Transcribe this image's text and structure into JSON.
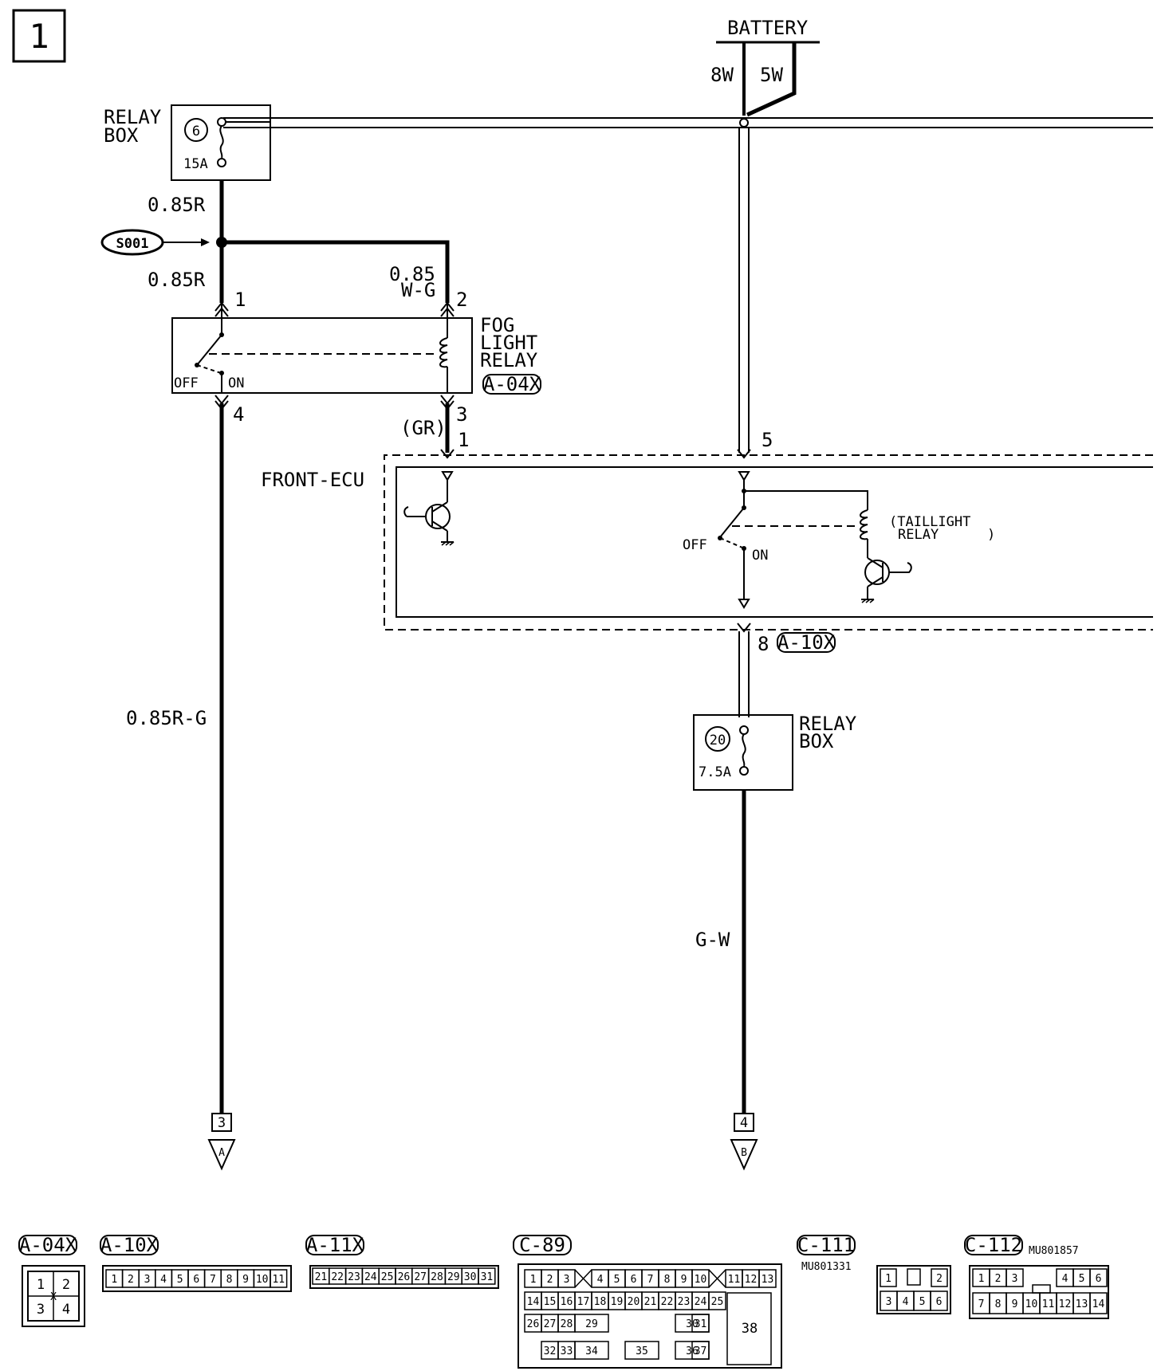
{
  "page": {
    "number": "1"
  },
  "battery": {
    "label": "BATTERY",
    "wire_a": "8W",
    "wire_b": "5W"
  },
  "relay_box_top": {
    "label_1": "RELAY",
    "label_2": "BOX",
    "fuse_number": "6",
    "fuse_rating": "15A"
  },
  "relay_box_bottom": {
    "label_1": "RELAY",
    "label_2": "BOX",
    "fuse_number": "20",
    "fuse_rating": "7.5A"
  },
  "wires": {
    "upper_left": "0.85R",
    "lower_left": "0.85R",
    "coil_feed_1": "0.85",
    "coil_feed_2": "W-G",
    "left_output": "0.85R-G",
    "right_output": "G-W",
    "relay_to_ecu": "(GR)"
  },
  "splice": {
    "label": "S001"
  },
  "fog_relay": {
    "label_1": "FOG",
    "label_2": "LIGHT",
    "label_3": "RELAY",
    "connector": "A-04X",
    "pin_switch_in": "1",
    "pin_coil_in": "2",
    "pin_coil_out": "3",
    "pin_switch_out": "4",
    "off_label": "OFF",
    "on_label": "ON"
  },
  "ecu": {
    "label": "FRONT-ECU",
    "pin_left": "1",
    "pin_top_right": "5",
    "pin_bottom": "8",
    "bottom_connector": "A-10X",
    "taillight_1": "(TAILLIGHT",
    "taillight_2": "RELAY",
    "taillight_3": ")",
    "off_label": "OFF",
    "on_label": "ON"
  },
  "outputs": {
    "left_number": "3",
    "left_letter": "A",
    "right_number": "4",
    "right_letter": "B"
  },
  "connectors": {
    "a04x": {
      "label": "A-04X",
      "pins": [
        "1",
        "2",
        "3",
        "4"
      ],
      "mark": "X"
    },
    "a10x": {
      "label": "A-10X",
      "pins": [
        "1",
        "2",
        "3",
        "4",
        "5",
        "6",
        "7",
        "8",
        "9",
        "10",
        "11"
      ]
    },
    "a11x": {
      "label": "A-11X",
      "pins": [
        "21",
        "22",
        "23",
        "24",
        "25",
        "26",
        "27",
        "28",
        "29",
        "30",
        "31"
      ]
    },
    "c89": {
      "label": "C-89",
      "row1": [
        "1",
        "2",
        "3",
        "4",
        "5",
        "6",
        "7",
        "8",
        "9",
        "10",
        "11",
        "12",
        "13"
      ],
      "row2": [
        "14",
        "15",
        "16",
        "17",
        "18",
        "19",
        "20",
        "21",
        "22",
        "23",
        "24",
        "25"
      ],
      "row3": [
        "26",
        "27",
        "28",
        "29",
        "30",
        "31"
      ],
      "row4": [
        "32",
        "33",
        "34",
        "35",
        "36",
        "37"
      ],
      "big": "38"
    },
    "c111": {
      "label": "C-111",
      "part": "MU801331",
      "row1": [
        "1",
        "2"
      ],
      "row2": [
        "3",
        "4",
        "5",
        "6"
      ]
    },
    "c112": {
      "label": "C-112",
      "part": "MU801857",
      "row1": [
        "1",
        "2",
        "3",
        "4",
        "5",
        "6"
      ],
      "row2": [
        "7",
        "8",
        "9",
        "10",
        "11",
        "12",
        "13",
        "14"
      ]
    }
  }
}
